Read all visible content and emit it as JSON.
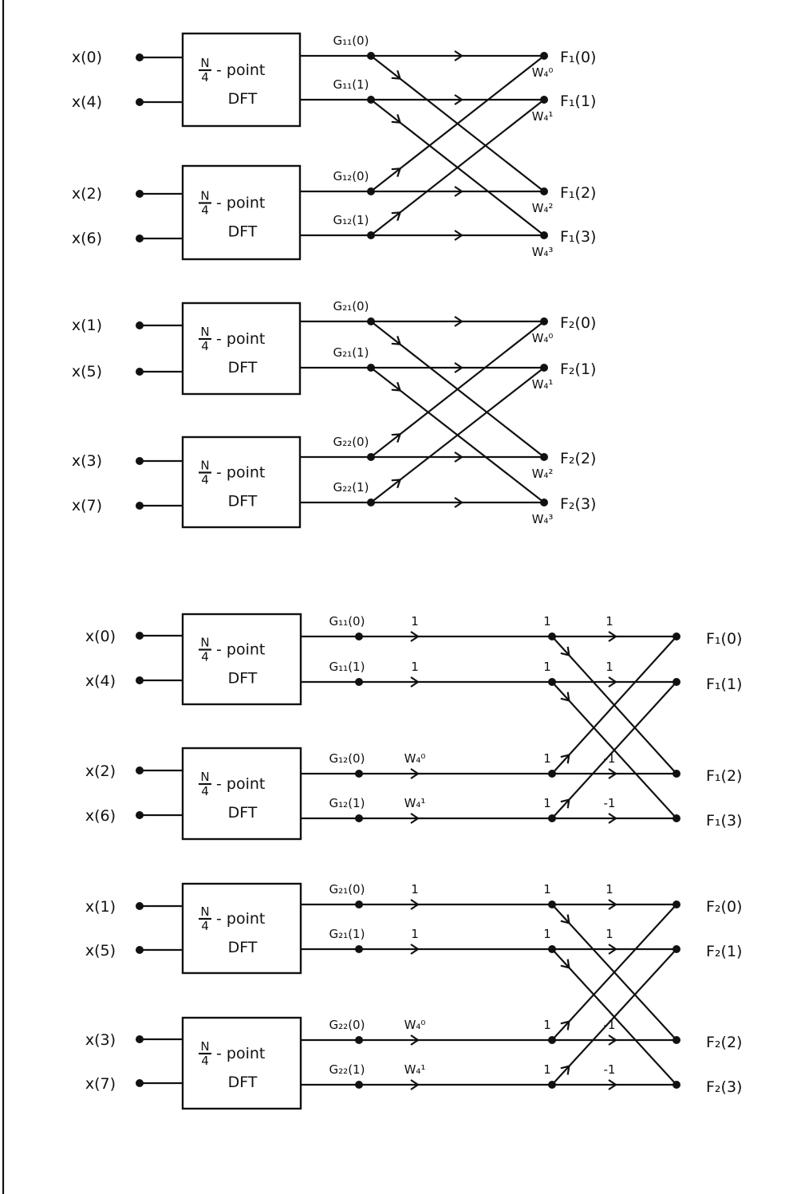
{
  "block_label": {
    "fraction_num": "N",
    "fraction_den": "4",
    "text": "- point",
    "dft": "DFT"
  },
  "top": {
    "blocks": [
      {
        "inputs": [
          "x(0)",
          "x(4)"
        ],
        "outputs": [
          "G₁₁(0)",
          "G₁₁(1)"
        ]
      },
      {
        "inputs": [
          "x(2)",
          "x(6)"
        ],
        "outputs": [
          "G₁₂(0)",
          "G₁₂(1)"
        ]
      },
      {
        "inputs": [
          "x(1)",
          "x(5)"
        ],
        "outputs": [
          "G₂₁(0)",
          "G₂₁(1)"
        ]
      },
      {
        "inputs": [
          "x(3)",
          "x(7)"
        ],
        "outputs": [
          "G₂₂(0)",
          "G₂₂(1)"
        ]
      }
    ],
    "results": [
      "F₁(0)",
      "F₁(1)",
      "F₁(2)",
      "F₁(3)",
      "F₂(0)",
      "F₂(1)",
      "F₂(2)",
      "F₂(3)"
    ],
    "twiddles": [
      "W₄⁰",
      "W₄¹",
      "W₄²",
      "W₄³",
      "W₄⁰",
      "W₄¹",
      "W₄²",
      "W₄³"
    ]
  },
  "bottom": {
    "blocks": [
      {
        "inputs": [
          "x(0)",
          "x(4)"
        ],
        "outputs": [
          "G₁₁(0)",
          "G₁₁(1)"
        ]
      },
      {
        "inputs": [
          "x(2)",
          "x(6)"
        ],
        "outputs": [
          "G₁₂(0)",
          "G₁₂(1)"
        ]
      },
      {
        "inputs": [
          "x(1)",
          "x(5)"
        ],
        "outputs": [
          "G₂₁(0)",
          "G₂₁(1)"
        ]
      },
      {
        "inputs": [
          "x(3)",
          "x(7)"
        ],
        "outputs": [
          "G₂₂(0)",
          "G₂₂(1)"
        ]
      }
    ],
    "results": [
      "F₁(0)",
      "F₁(1)",
      "F₁(2)",
      "F₁(3)",
      "F₂(0)",
      "F₂(1)",
      "F₂(2)",
      "F₂(3)"
    ],
    "multipliers": [
      "1",
      "1",
      "W₄⁰",
      "W₄¹",
      "1",
      "1",
      "W₄⁰",
      "W₄¹"
    ],
    "node_weights": [
      "1",
      "1",
      "1",
      "1",
      "1",
      "1",
      "1",
      "1"
    ],
    "butterfly_weights": [
      "1",
      "1",
      "-1",
      "-1",
      "1",
      "1",
      "-1",
      "-1"
    ]
  }
}
